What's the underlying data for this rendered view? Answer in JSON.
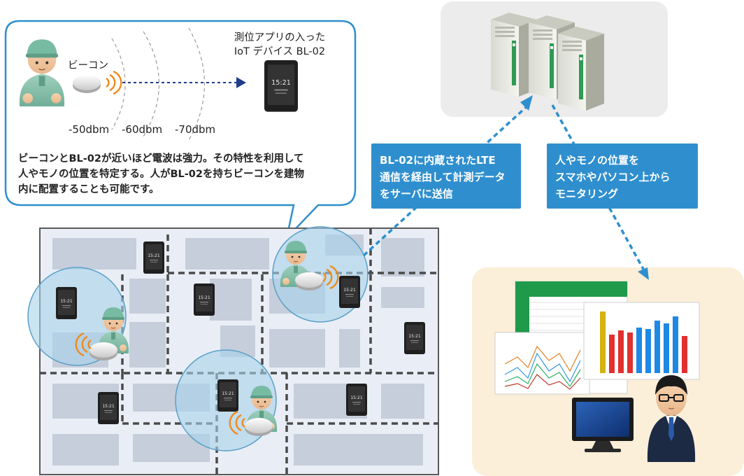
{
  "beacon_label": "ビーコン",
  "device_title_line1": "測位アプリの入った",
  "device_title_line2": "IoT デバイス BL-02",
  "dbm_labels": [
    "-50dbm",
    "-60dbm",
    "-70dbm"
  ],
  "phone_time": "15:21",
  "description": [
    "ビーコンとBL-02が近いほど電波は強力。その特性を利用して",
    "人やモノの位置を特定する。人がBL-02を持ちビーコンを建物",
    "内に配置することも可能です。"
  ],
  "lte_box": [
    "BL-02に内蔵されたLTE",
    "通信を経由して計測データ",
    "をサーバに送信"
  ],
  "monitor_box": [
    "人やモノの位置を",
    "スマホやパソコン上から",
    "モニタリング"
  ],
  "colors": {
    "accent_blue": "#2f8fce",
    "bubble_border": "#2f8fce",
    "radio_orange": "#f08a1c",
    "floor_bg": "#e9eef6",
    "floor_rooms": "#c6cedb",
    "beacon_zone": "#a7d2ea",
    "server_bg": "#ececec",
    "pc_bg": "#fbefd9"
  }
}
